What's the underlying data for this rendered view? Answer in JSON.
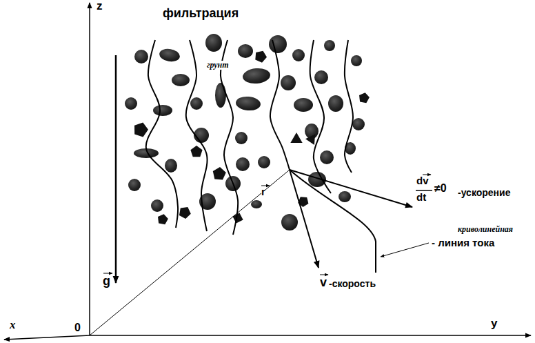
{
  "diagram": {
    "labels": [
      "z",
      "y",
      "x",
      "0",
      "фильтрация",
      "грунт",
      "g",
      "r",
      "dv",
      "dt",
      "≠0",
      "-ускорение",
      "v",
      "-скорость",
      "криволинейная",
      "- линия тока"
    ]
  }
}
